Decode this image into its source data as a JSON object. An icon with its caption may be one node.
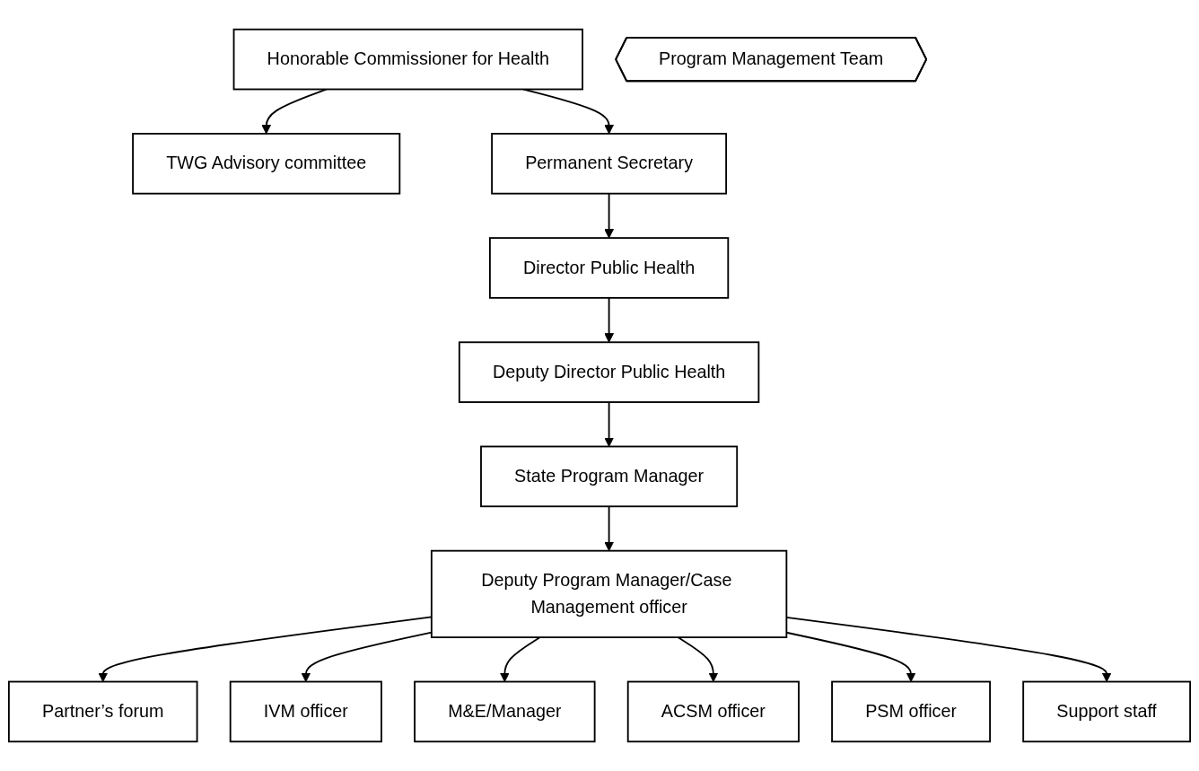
{
  "diagram": {
    "nodes": [
      {
        "text": [
          "Honorable Commissioner for Health"
        ]
      },
      {
        "text": [
          "TWG Advisory committee"
        ]
      },
      {
        "text": [
          "Permanent Secretary"
        ]
      },
      {
        "text": [
          "Director Public Health"
        ]
      },
      {
        "text": [
          "Deputy Director Public Health"
        ]
      },
      {
        "text": [
          "State Program Manager"
        ]
      },
      {
        "text": [
          "Deputy Program Manager/Case Management officer"
        ]
      },
      {
        "text": [
          "Partner’s forum"
        ]
      },
      {
        "text": [
          "IVM officer"
        ]
      },
      {
        "text": [
          "M&E/Manager"
        ]
      },
      {
        "text": [
          "ACSM officer"
        ]
      },
      {
        "text": [
          "PSM officer"
        ]
      },
      {
        "text": [
          "Support staff"
        ]
      },
      {
        "text": [
          "Program Management Team"
        ]
      }
    ],
    "edges": [
      {
        "from": 0,
        "to": 1,
        "arrow": "to"
      },
      {
        "from": 0,
        "to": 2,
        "arrow": "to"
      },
      {
        "from": 2,
        "to": 3,
        "arrow": "to"
      },
      {
        "from": 3,
        "to": 4,
        "arrow": "to"
      },
      {
        "from": 4,
        "to": 5,
        "arrow": "to"
      },
      {
        "from": 5,
        "to": 6,
        "arrow": "to"
      },
      {
        "from": 6,
        "to": 7,
        "arrow": "to"
      },
      {
        "from": 6,
        "to": 8,
        "arrow": "to"
      },
      {
        "from": 6,
        "to": 9,
        "arrow": "to"
      },
      {
        "from": 6,
        "to": 10,
        "arrow": "to"
      },
      {
        "from": 6,
        "to": 11,
        "arrow": "to"
      },
      {
        "from": 6,
        "to": 12,
        "arrow": "to"
      }
    ]
  }
}
